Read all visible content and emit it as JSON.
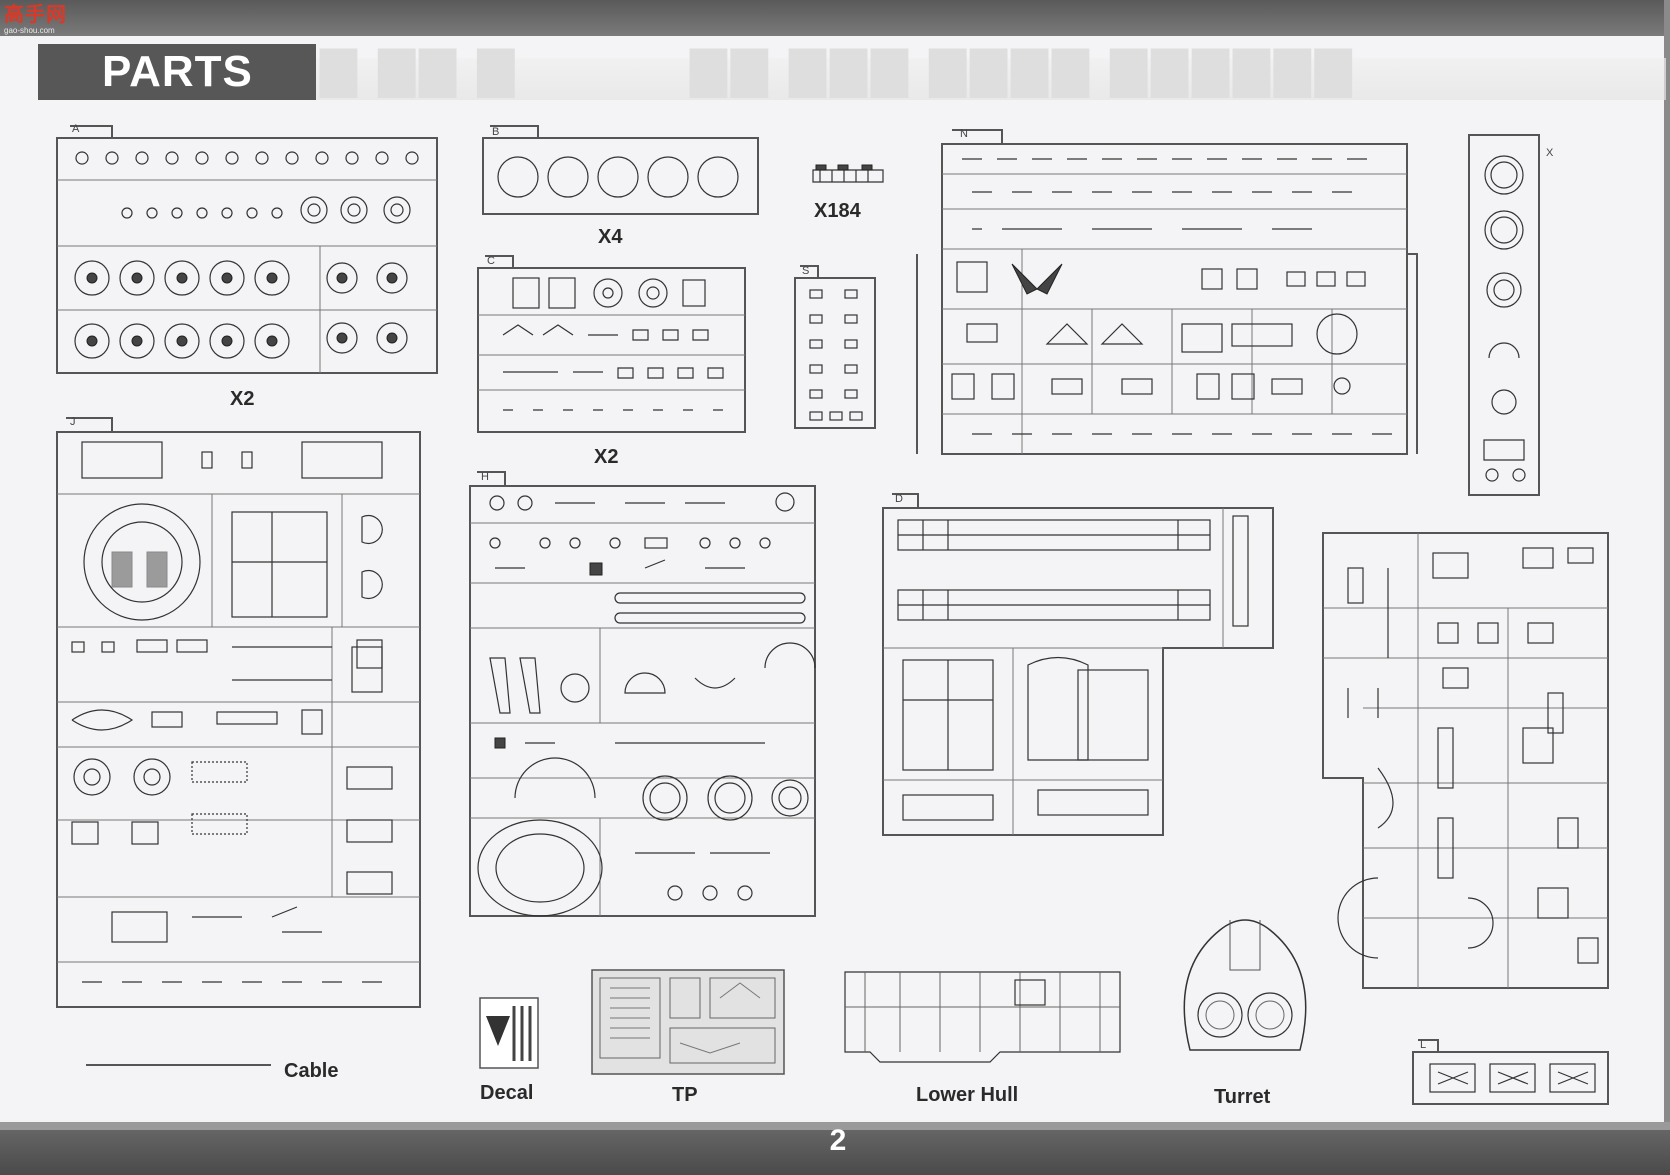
{
  "logo": {
    "title": "高手网",
    "subtitle": "gao-shou.com"
  },
  "header": {
    "title": "PARTS"
  },
  "sprues": {
    "A": {
      "letter": "A",
      "multiplier": "X2"
    },
    "B": {
      "letter": "B",
      "multiplier": "X4"
    },
    "track": {
      "multiplier": "X184"
    },
    "C": {
      "letter": "C",
      "multiplier": "X2"
    },
    "S": {
      "letter": "S"
    },
    "N": {
      "letter": "N"
    },
    "X": {
      "letter": "X"
    },
    "J": {
      "letter": "J"
    },
    "H": {
      "letter": "H"
    },
    "D": {
      "letter": "D"
    },
    "right": {
      "letter": ""
    },
    "L": {
      "letter": "L"
    }
  },
  "labels": {
    "cable": "Cable",
    "decal": "Decal",
    "tp": "TP",
    "lower_hull": "Lower Hull",
    "turret": "Turret"
  },
  "footer": {
    "page_number": "2"
  },
  "colors": {
    "band": "#5a5a5a",
    "title_bg": "#575757",
    "line": "#333333",
    "paper": "#f4f4f6"
  }
}
